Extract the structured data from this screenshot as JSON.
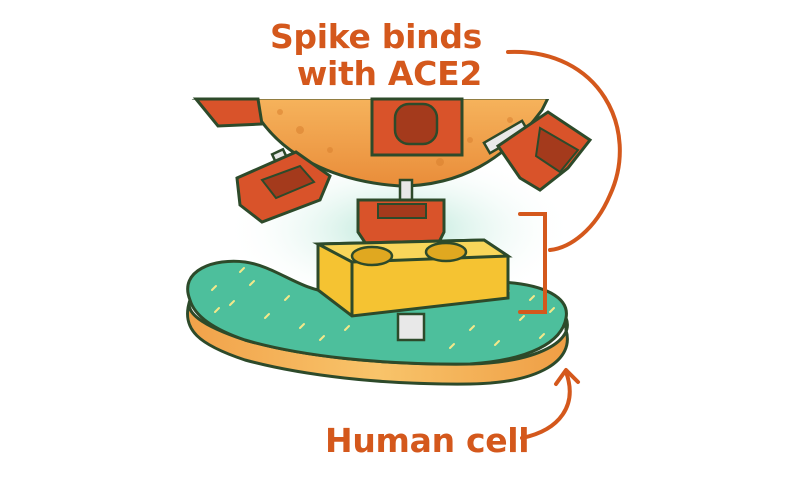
{
  "labels": {
    "spike_line1": "Spike binds",
    "spike_line2": "with ACE2",
    "human_cell": "Human cell"
  },
  "colors": {
    "annotation": "#d4581c",
    "virus_body": "#f0a44a",
    "spike_red": "#d9532a",
    "receptor_yellow": "#f5c332",
    "cell_surface": "#4dbf9c",
    "cell_base": "#f4a84d",
    "outline": "#2d4a2a"
  }
}
